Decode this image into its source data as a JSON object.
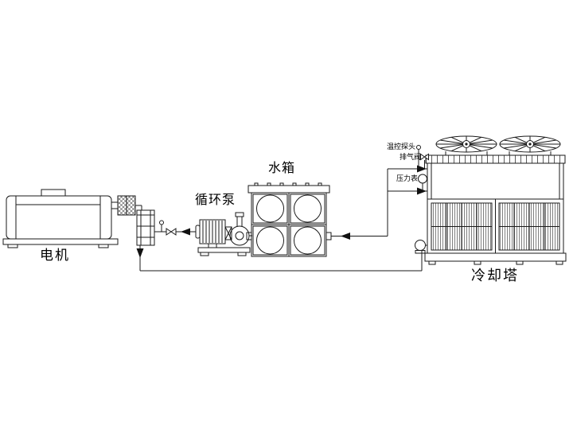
{
  "labels": {
    "motor": "电机",
    "pump": "循环泵",
    "tank": "水箱",
    "tower": "冷却塔",
    "temp_probe": "温控探头",
    "vent_valve": "排气阀",
    "pressure_gauge": "压力表"
  },
  "colors": {
    "background": "#ffffff",
    "line": "#1a1a1a",
    "louver_hatch": "#4a4a4a"
  },
  "icons": {
    "fan_left": "fan-icon",
    "fan_right": "fan-icon",
    "vent_valve": "valve-icon",
    "pressure_gauge": "gauge-icon",
    "temp_probe": "probe-icon"
  }
}
